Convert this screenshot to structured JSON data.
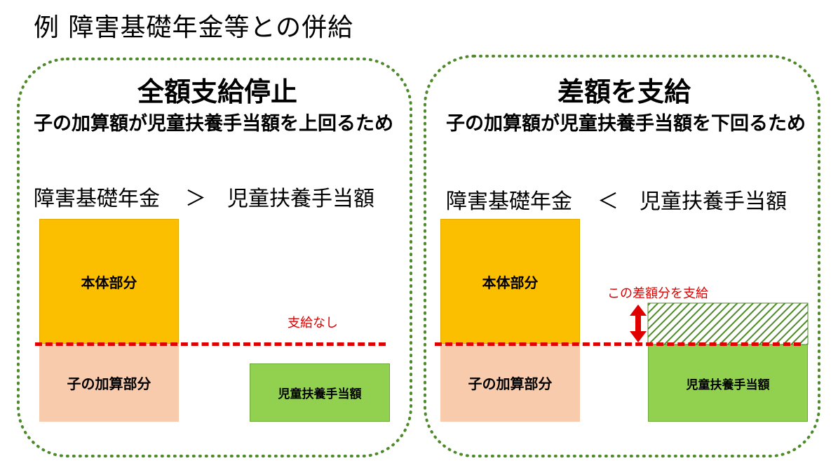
{
  "title": "例 障害基礎年金等との併給",
  "colors": {
    "panel_border": "#4e8a2a",
    "orange": "#fbbf00",
    "pink": "#f8cbad",
    "green": "#92d050",
    "red": "#e00000"
  },
  "left_panel": {
    "heading": "全額支給停止",
    "subtext": "子の加算額が児童扶養手当額を上回るため",
    "compare_left": "障害基礎年金",
    "compare_symbol": "＞",
    "compare_right": "児童扶養手当額",
    "box_main": "本体部分",
    "box_child": "子の加算部分",
    "box_allowance": "児童扶養手当額",
    "note": "支給なし"
  },
  "right_panel": {
    "heading": "差額を支給",
    "subtext": "子の加算額が児童扶養手当額を下回るため",
    "compare_left": "障害基礎年金",
    "compare_symbol": "＜",
    "compare_right": "児童扶養手当額",
    "box_main": "本体部分",
    "box_child": "子の加算部分",
    "box_allowance": "児童扶養手当額",
    "note": "この差額分を支給"
  }
}
